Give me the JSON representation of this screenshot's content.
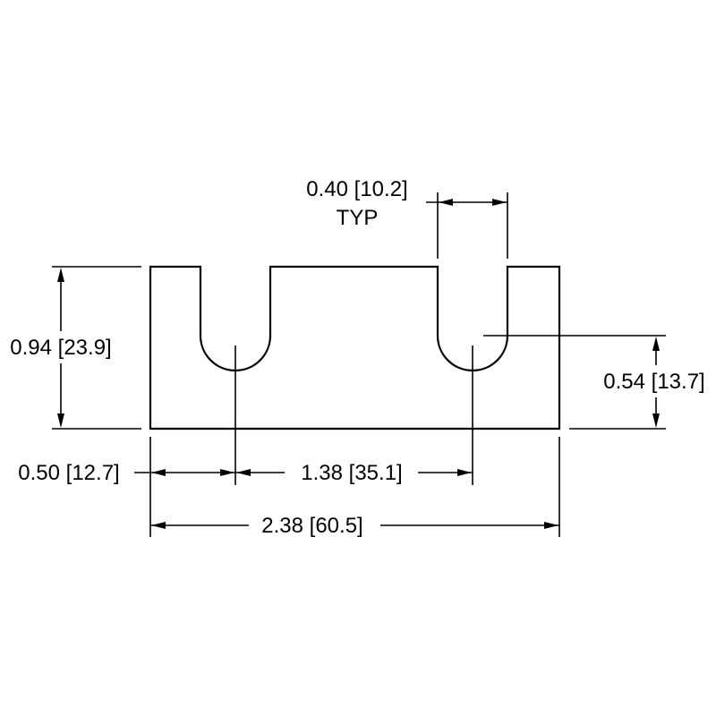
{
  "drawing": {
    "dims": {
      "slot_width": "0.40 [10.2]",
      "slot_width_note": "TYP",
      "height": "0.94 [23.9]",
      "slot_depth": "0.54 [13.7]",
      "edge_to_slot": "0.50 [12.7]",
      "slot_spacing": "1.38 [35.1]",
      "overall_width": "2.38 [60.5]"
    }
  }
}
